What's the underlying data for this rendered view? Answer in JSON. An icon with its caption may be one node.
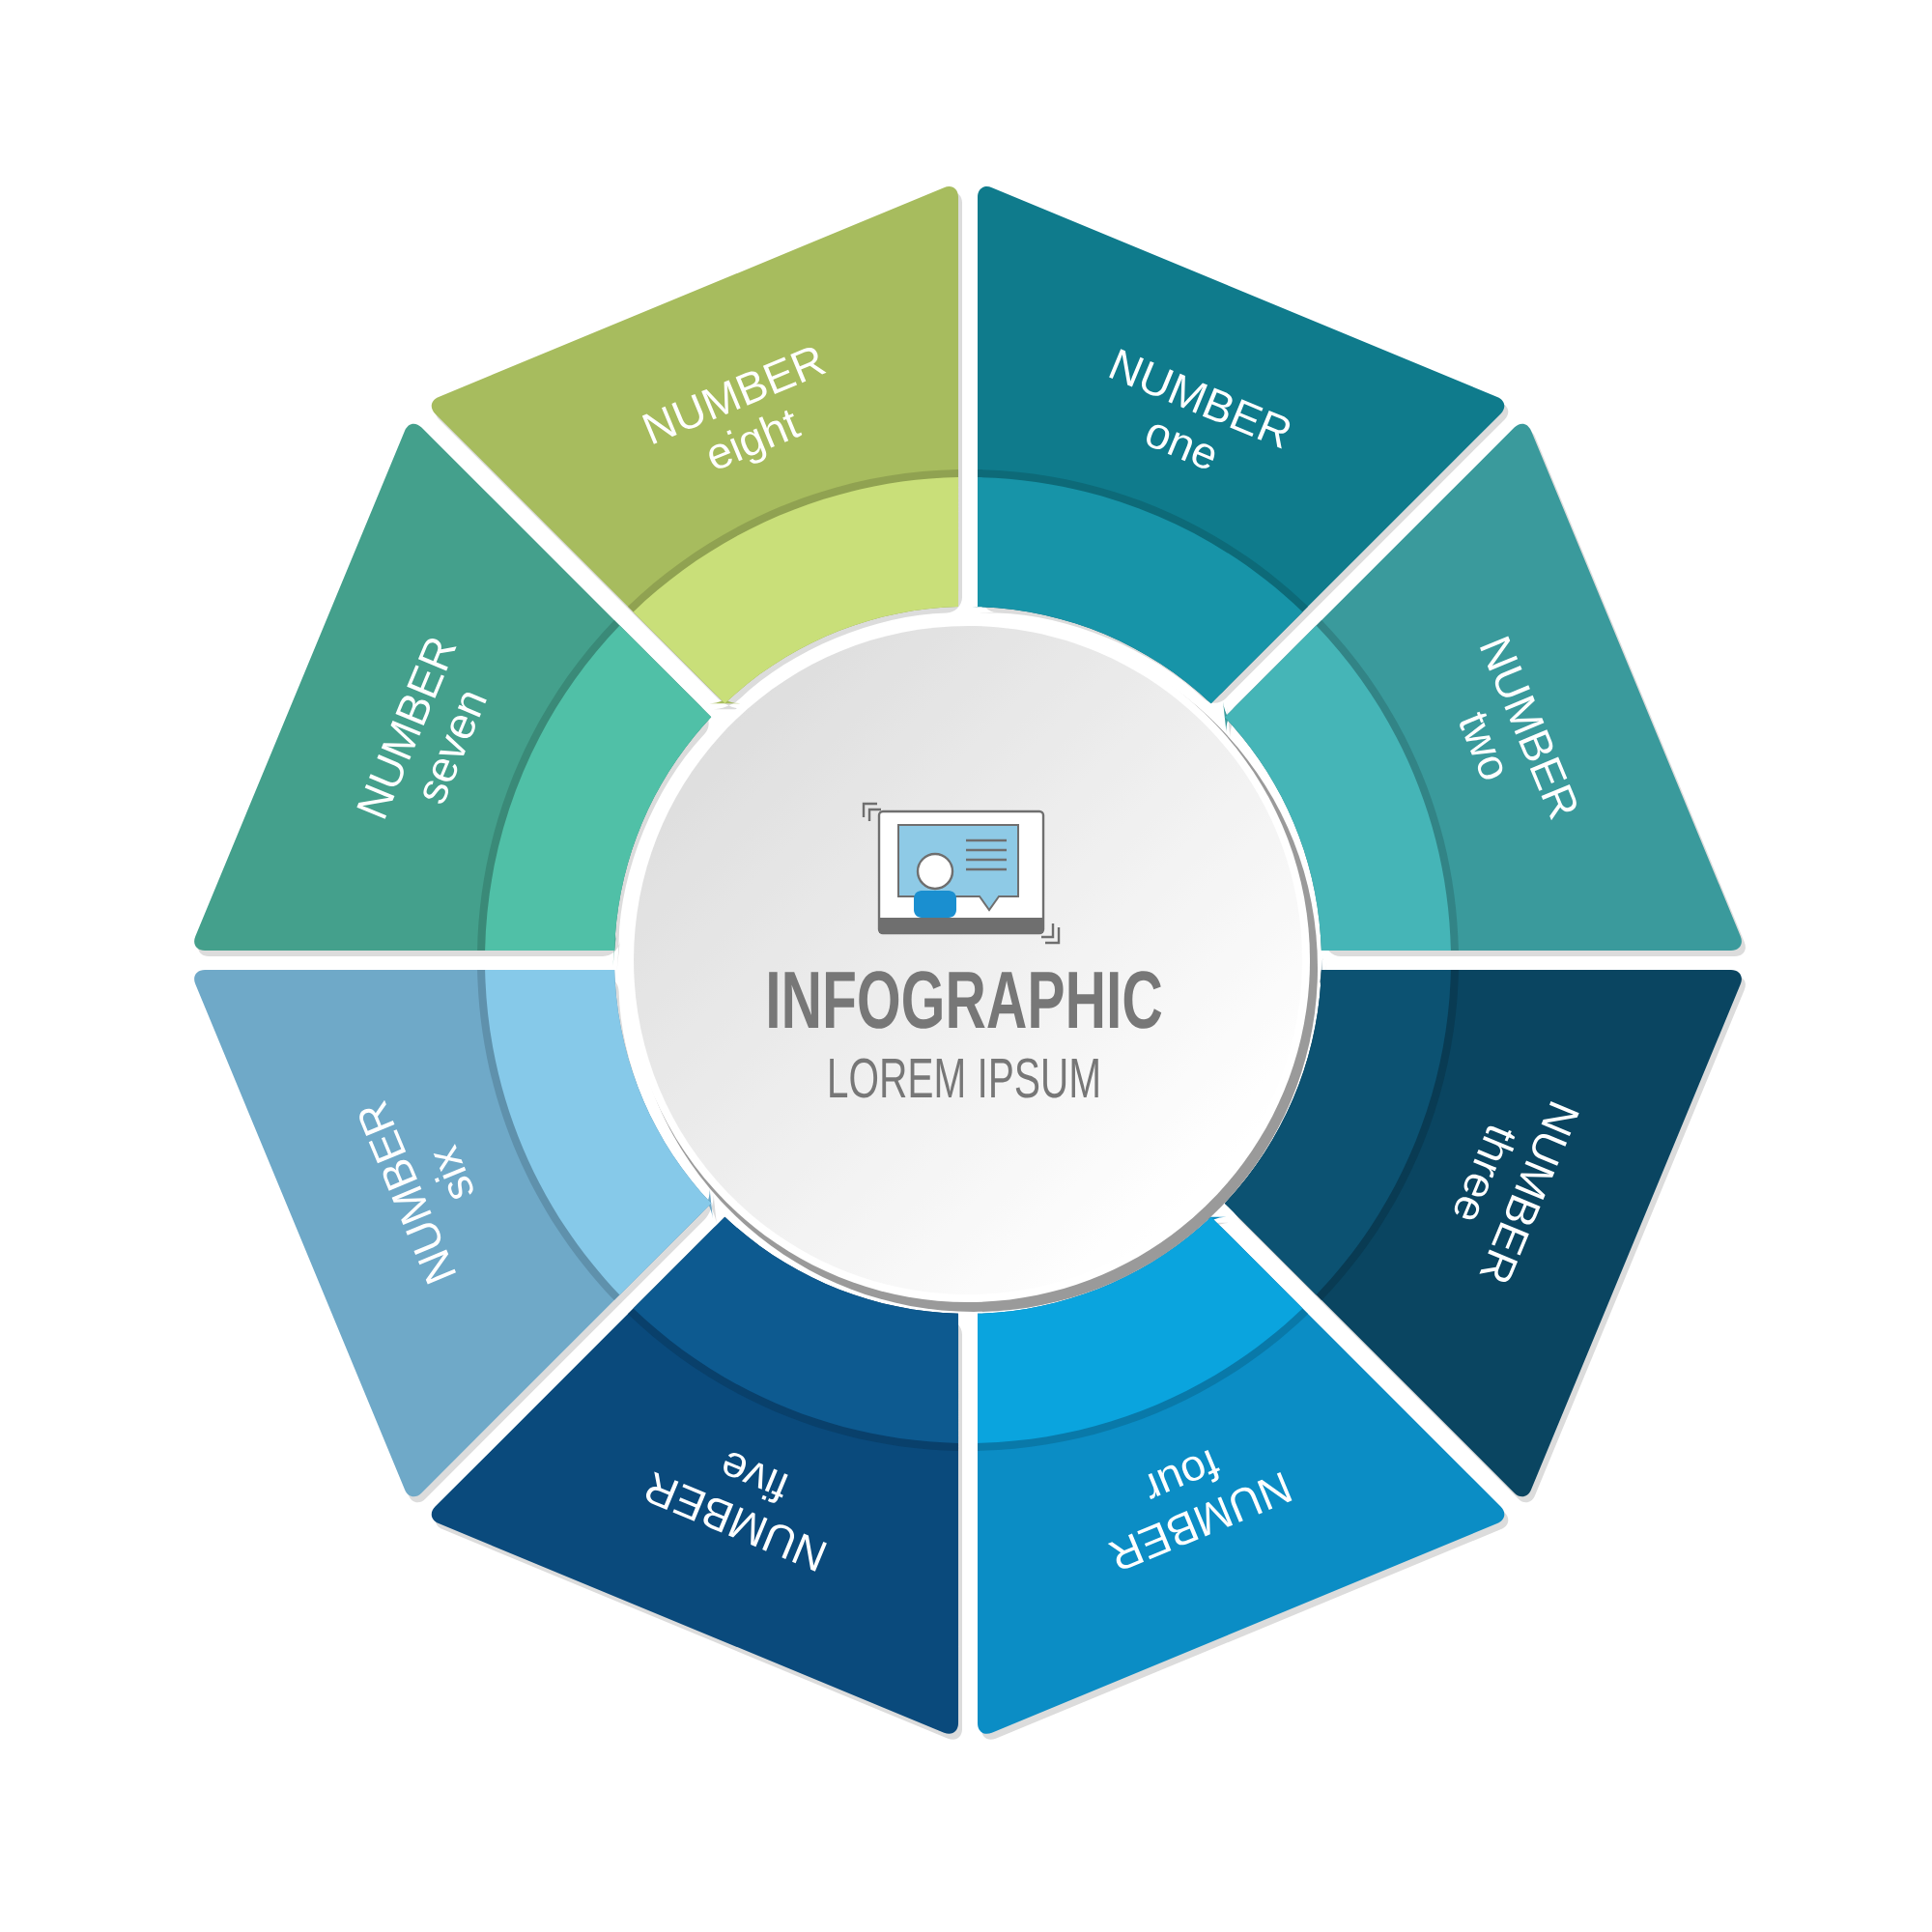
{
  "diagram": {
    "nodes": [
      {
        "text": [
          "INFOGRAPHIC",
          "LOREM IPSUM"
        ]
      },
      {
        "text": [
          "NUMBER one"
        ]
      },
      {
        "text": [
          "NUMBER two"
        ]
      },
      {
        "text": [
          "NUMBER three"
        ]
      },
      {
        "text": [
          "NUMBER four"
        ]
      },
      {
        "text": [
          "NUMBER five"
        ]
      },
      {
        "text": [
          "NUMBER six"
        ]
      },
      {
        "text": [
          "NUMBER seven"
        ]
      },
      {
        "text": [
          "NUMBER eight"
        ]
      }
    ]
  }
}
